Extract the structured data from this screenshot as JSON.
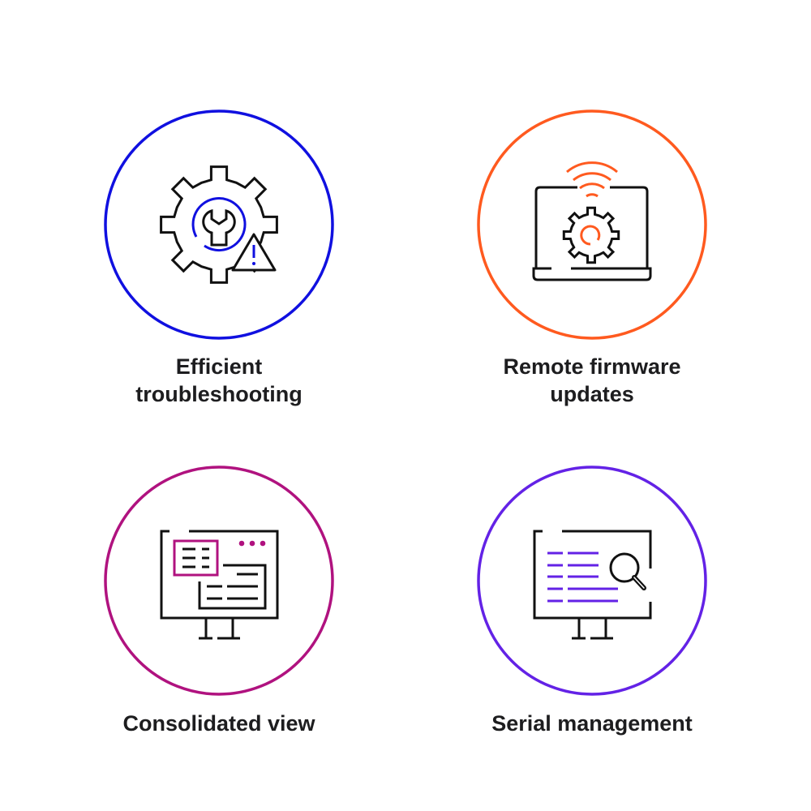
{
  "colors": {
    "blue": "#1010e0",
    "orange": "#ff5a1f",
    "magenta": "#b0127f",
    "purple": "#6322e6",
    "ink": "#111111"
  },
  "features": [
    {
      "lines": [
        "Efficient",
        "troubleshooting"
      ],
      "icon": "gear-wrench-warning-icon"
    },
    {
      "lines": [
        "Remote firmware",
        "updates"
      ],
      "icon": "laptop-wireless-gear-icon"
    },
    {
      "lines": [
        "Consolidated view"
      ],
      "icon": "monitor-windows-icon"
    },
    {
      "lines": [
        "Serial management"
      ],
      "icon": "monitor-search-icon"
    }
  ]
}
